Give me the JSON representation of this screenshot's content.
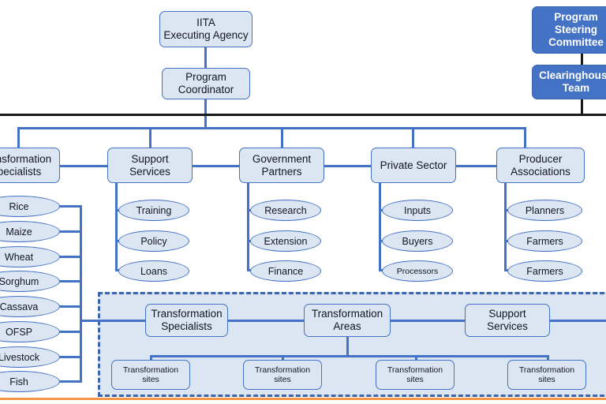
{
  "diagram": {
    "title_top": "IITA\nExecuting Agency",
    "coordinator": "Program\nCoordinator",
    "steering_committee": "Program\nSteering\nCommittee",
    "clearinghouse": "Clearinghouse\nTeam",
    "colors": {
      "node_fill": "#dce6f3",
      "node_border": "#4472c4",
      "solid_blue": "#4472c4",
      "connector": "#4472c4",
      "black_line": "#1a1a1a",
      "orange_rule": "#f79646",
      "panel_fill": "#dce6f3",
      "panel_border": "#3b64ae"
    },
    "tier_boxes": [
      {
        "label": "Transformation\nSpecialists"
      },
      {
        "label": "Support\nServices"
      },
      {
        "label": "Government\nPartners"
      },
      {
        "label": "Private Sector"
      },
      {
        "label": "Producer\nAssociations"
      }
    ],
    "commodities": [
      {
        "label": "Rice"
      },
      {
        "label": "Maize"
      },
      {
        "label": "Wheat"
      },
      {
        "label": "Sorghum"
      },
      {
        "label": "Cassava"
      },
      {
        "label": "OFSP"
      },
      {
        "label": "Livestock"
      },
      {
        "label": "Fish"
      }
    ],
    "support_services_children": [
      {
        "label": "Training"
      },
      {
        "label": "Policy"
      },
      {
        "label": "Loans"
      }
    ],
    "government_partners_children": [
      {
        "label": "Research"
      },
      {
        "label": "Extension"
      },
      {
        "label": "Finance"
      }
    ],
    "private_sector_children": [
      {
        "label": "Inputs"
      },
      {
        "label": "Buyers"
      },
      {
        "label": "Processors"
      }
    ],
    "producer_associations_children": [
      {
        "label": "Planners"
      },
      {
        "label": "Farmers"
      },
      {
        "label": "Farmers"
      }
    ],
    "subpanel": {
      "top_boxes": [
        {
          "label": "Transformation\nSpecialists"
        },
        {
          "label": "Transformation\nAreas"
        },
        {
          "label": "Support\nServices"
        }
      ],
      "sites": [
        {
          "label": "Transformation\nsites"
        },
        {
          "label": "Transformation\nsites"
        },
        {
          "label": "Transformation\nsites"
        },
        {
          "label": "Transformation\nsites"
        }
      ]
    }
  }
}
